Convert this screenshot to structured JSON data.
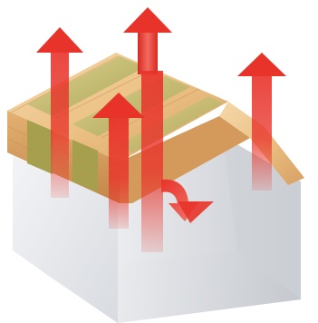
{
  "diagram": {
    "subject": "house-cross-section-heat-loss",
    "colors": {
      "background": "#ffffff",
      "wall_light": "#eef0f3",
      "wall_dark": "#c9ccd2",
      "floor": "#e1e3e7",
      "timber_light": "#f3d3a4",
      "timber_mid": "#e8b878",
      "timber_dark": "#c98c4c",
      "insulation_light": "#d6cf8a",
      "insulation_dark": "#9f9a4a",
      "arrow_core": "#e8332a",
      "arrow_fade": "#f6b7b2"
    },
    "arrows": [
      {
        "id": "left-rear",
        "direction": "up"
      },
      {
        "id": "center-rear",
        "direction": "up"
      },
      {
        "id": "front",
        "direction": "up"
      },
      {
        "id": "right",
        "direction": "up"
      },
      {
        "id": "recirculating",
        "direction": "down-turn"
      }
    ]
  }
}
